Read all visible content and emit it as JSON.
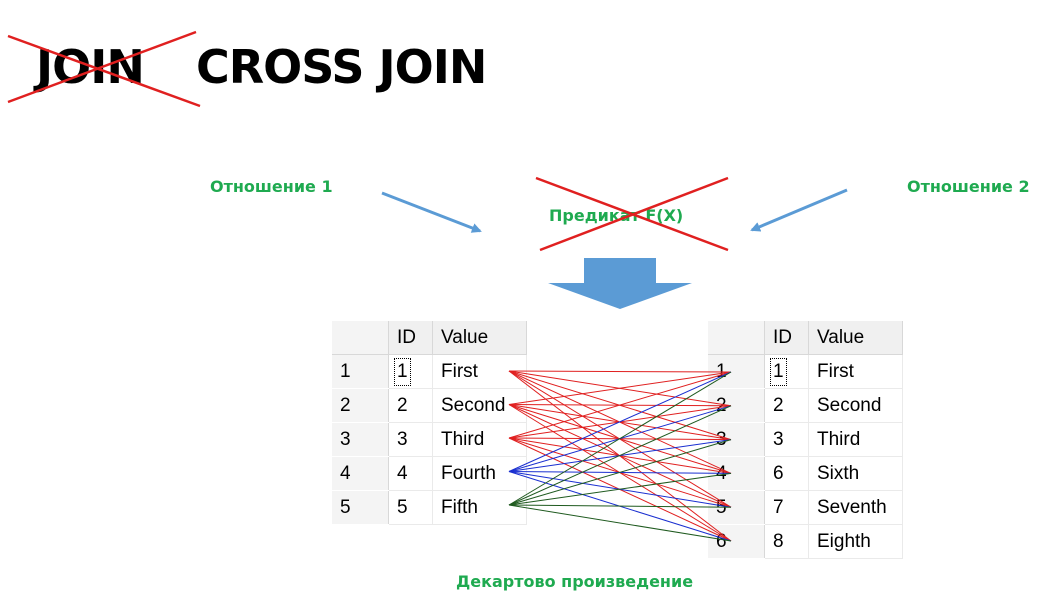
{
  "title": {
    "crossed": "JOIN",
    "main": "CROSS JOIN"
  },
  "labels": {
    "relation1": "Отношение 1",
    "relation2": "Отношение 2",
    "predicate": "Предикат F(X)",
    "result": "Декартово произведение"
  },
  "table1": {
    "headers": [
      "ID",
      "Value"
    ],
    "rows": [
      {
        "num": "1",
        "id": "1",
        "value": "First"
      },
      {
        "num": "2",
        "id": "2",
        "value": "Second"
      },
      {
        "num": "3",
        "id": "3",
        "value": "Third"
      },
      {
        "num": "4",
        "id": "4",
        "value": "Fourth"
      },
      {
        "num": "5",
        "id": "5",
        "value": "Fifth"
      }
    ]
  },
  "table2": {
    "headers": [
      "ID",
      "Value"
    ],
    "rows": [
      {
        "num": "1",
        "id": "1",
        "value": "First"
      },
      {
        "num": "2",
        "id": "2",
        "value": "Second"
      },
      {
        "num": "3",
        "id": "3",
        "value": "Third"
      },
      {
        "num": "4",
        "id": "6",
        "value": "Sixth"
      },
      {
        "num": "5",
        "id": "7",
        "value": "Seventh"
      },
      {
        "num": "6",
        "id": "8",
        "value": "Eighth"
      }
    ]
  },
  "colors": {
    "label_green": "#1faa50",
    "strike_red": "#e02020",
    "arrow_blue": "#5b9bd5",
    "line_colors": [
      "#e02020",
      "#e02020",
      "#e02020",
      "#1a2fd0",
      "#1f5a1f"
    ]
  }
}
